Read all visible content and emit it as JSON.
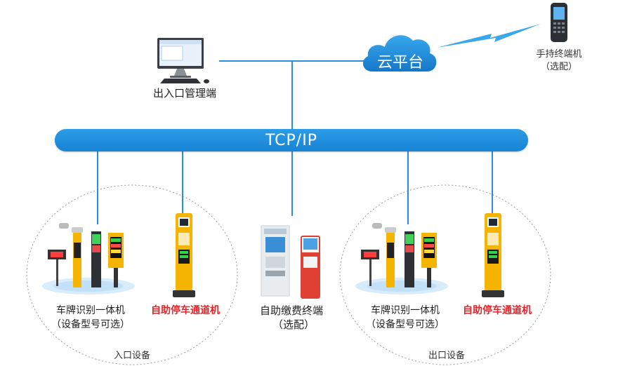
{
  "bus": {
    "label": "TCP/IP"
  },
  "cloud": {
    "label": "云平台"
  },
  "management": {
    "label": "出入口管理端"
  },
  "handheld": {
    "line1": "手持终端机",
    "line2": "（选配）"
  },
  "entrance": {
    "lpr_line1": "车牌识别一体机",
    "lpr_line2": "（设备型号可选）",
    "kiosk": "自助停车通道机",
    "group_label": "入口设备"
  },
  "payment": {
    "line1": "自助缴费终端",
    "line2": "（选配）"
  },
  "exit": {
    "lpr_line1": "车牌识别一体机",
    "lpr_line2": "（设备型号可选）",
    "kiosk": "自助停车通道机",
    "group_label": "出口设备"
  },
  "colors": {
    "bus": "#1783d4",
    "accent_red": "#e0262b",
    "kiosk_yellow": "#f5b400"
  },
  "icons": [
    "desktop-computer-icon",
    "cloud-icon",
    "handheld-terminal-icon",
    "lightning-icon",
    "lpr-camera-icon",
    "parking-kiosk-icon",
    "payment-terminal-icon"
  ]
}
